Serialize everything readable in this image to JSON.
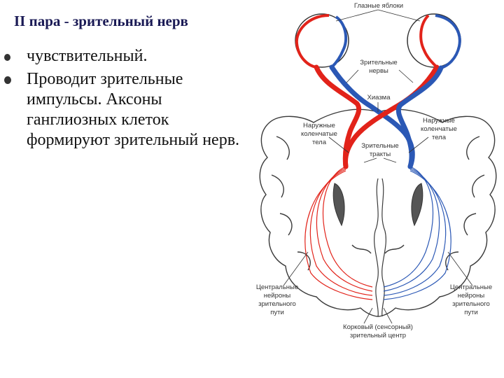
{
  "title": "II пара - зрительный нерв",
  "bullets": [
    {
      "text": "чувствительный."
    },
    {
      "text": "Проводит зрительные импульсы. Аксоны ганглиозных клеток формируют зрительный нерв."
    }
  ],
  "diagram": {
    "labels": {
      "eyeballs": "Глазные яблоки",
      "optic_nerves_1": "Зрительные",
      "optic_nerves_2": "нервы",
      "chiasm": "Хиазма",
      "lgb_left_1": "Наружные",
      "lgb_left_2": "коленчатые",
      "lgb_left_3": "тела",
      "lgb_right_1": "Наружные",
      "lgb_right_2": "коленчатые",
      "lgb_right_3": "тела",
      "optic_tracts_1": "Зрительные",
      "optic_tracts_2": "тракты",
      "central_left_1": "Центральные",
      "central_left_2": "нейроны",
      "central_left_3": "зрительного",
      "central_left_4": "пути",
      "central_right_1": "Центральные",
      "central_right_2": "нейроны",
      "central_right_3": "зрительного",
      "central_right_4": "пути",
      "cortex_1": "Корковый (сенсорный)",
      "cortex_2": "зрительный центр"
    },
    "colors": {
      "right_pathway": "#e2231a",
      "left_pathway": "#2b58b5",
      "outline": "#3a3a3a",
      "lobe_fill": "#555555"
    }
  }
}
